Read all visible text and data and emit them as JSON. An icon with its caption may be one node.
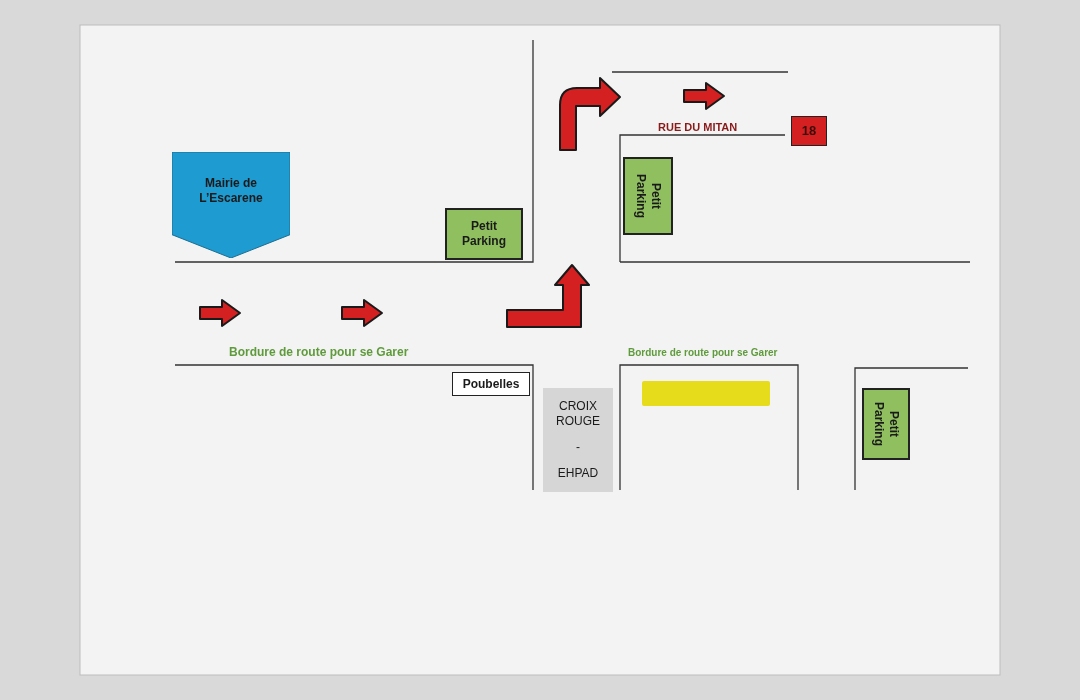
{
  "diagram": {
    "nodes": [
      {
        "text": [
          "Mairie de L’Escarene"
        ]
      },
      {
        "text": [
          "Petit Parking"
        ]
      },
      {
        "text": [
          "Petit Parking"
        ]
      },
      {
        "text": [
          "18"
        ]
      },
      {
        "text": [
          "Poubelles"
        ]
      },
      {
        "text": [
          "CROIX ROUGE",
          "-",
          "EHPAD"
        ]
      },
      {
        "text": [],
        "shape": "bar"
      },
      {
        "text": [
          "Petit Parking"
        ]
      }
    ],
    "labels": [
      "RUE DU MITAN",
      "Bordure de route pour se Garer",
      "Bordure de route pour se Garer"
    ]
  }
}
